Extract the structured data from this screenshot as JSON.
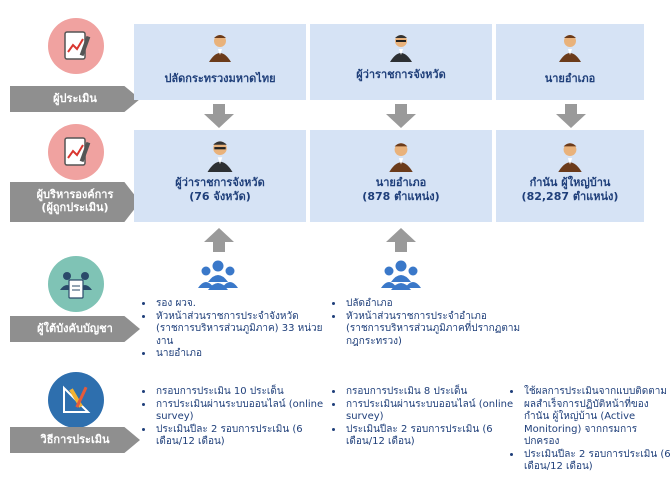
{
  "rows": {
    "evaluator": {
      "label": "ผู้ประเมิน",
      "icon": "clipboard-chart-icon"
    },
    "evaluated": {
      "label_line1": "ผู้บริหารองค์การ",
      "label_line2": "(ผู้ถูกประเมิน)",
      "icon": "clipboard-chart-icon"
    },
    "subordinate": {
      "label": "ผู้ใต้บังคับบัญชา",
      "icon": "group-clipboard-icon"
    },
    "method": {
      "label": "วิธีการประเมิน",
      "icon": "ruler-tools-icon"
    }
  },
  "evaluators": [
    {
      "name": "ปลัดกระทรวงมหาดไทย",
      "icon": "person-icon"
    },
    {
      "name": "ผู้ว่าราชการจังหวัด",
      "icon": "official-person-icon"
    },
    {
      "name": "นายอำเภอ",
      "icon": "person-icon"
    }
  ],
  "evaluated": [
    {
      "name": "ผู้ว่าราชการจังหวัด",
      "count": "(76 จังหวัด)",
      "icon": "official-person-icon"
    },
    {
      "name": "นายอำเภอ",
      "count": "(878 ตำแหน่ง)",
      "icon": "person-icon"
    },
    {
      "name": "กำนัน ผู้ใหญ่บ้าน",
      "count": "(82,287 ตำแหน่ง)",
      "icon": "person-icon"
    }
  ],
  "subordinates": {
    "col1": [
      "รอง ผวจ.",
      "หัวหน้าส่วนราชการประจำจังหวัด (ราชการบริหารส่วนภูมิภาค) 33 หน่วยงาน",
      "นายอำเภอ"
    ],
    "col2": [
      "ปลัดอำเภอ",
      "หัวหน้าส่วนราชการประจำอำเภอ (ราชการบริหารส่วนภูมิภาคที่ปรากฏตามกฎกระทรวง)"
    ]
  },
  "methods": {
    "col1": [
      "กรอบการประเมิน 10 ประเด็น",
      "การประเมินผ่านระบบออนไลน์ (online survey)",
      "ประเมินปีละ 2 รอบการประเมิน (6 เดือน/12 เดือน)"
    ],
    "col2": [
      "กรอบการประเมิน 8 ประเด็น",
      "การประเมินผ่านระบบออนไลน์ (online survey)",
      "ประเมินปีละ 2 รอบการประเมิน (6 เดือน/12 เดือน)"
    ],
    "col3": [
      "ใช้ผลการประเมินจากแบบติดตามผลสำเร็จการปฏิบัติหน้าที่ของกำนัน ผู้ใหญ่บ้าน (Active Monitoring) จากกรมการปกครอง",
      "ประเมินปีละ 2 รอบการประเมิน (6 เดือน/12 เดือน)"
    ]
  },
  "colors": {
    "box": "#d6e3f5",
    "label": "#8f8f8f",
    "text": "#1f3f7a",
    "group": "#3a78c9",
    "arrow": "#9a9a9a"
  }
}
